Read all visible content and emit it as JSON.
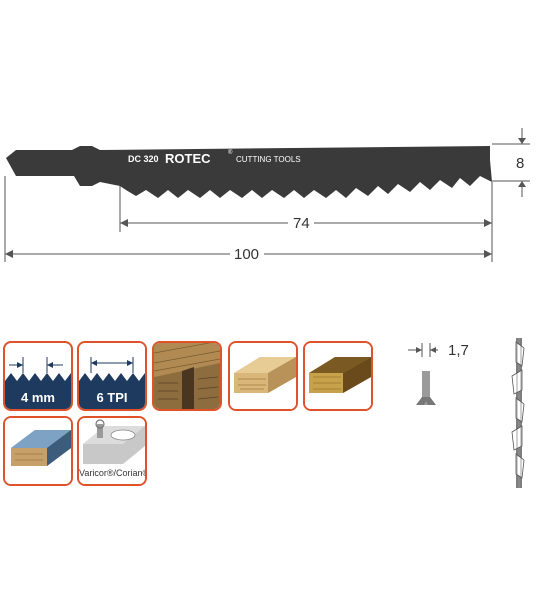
{
  "blade": {
    "model": "DC 320",
    "brand": "ROTEC",
    "brand_mark": "®",
    "subtitle": "CUTTING TOOLS"
  },
  "dimensions": {
    "height": "8",
    "cut_length": "74",
    "total_length": "100",
    "thickness": "1,7"
  },
  "icons": [
    {
      "name": "tooth-spacing",
      "label": "4 mm"
    },
    {
      "name": "teeth-per-inch",
      "label": "6 TPI"
    },
    {
      "name": "laminated-wood"
    },
    {
      "name": "softwood"
    },
    {
      "name": "hardwood"
    },
    {
      "name": "coated-board"
    },
    {
      "name": "solid-surface",
      "label": "Varicor®/Corian®"
    }
  ],
  "colors": {
    "accent": "#e0522a",
    "blade": "#3a3a3a",
    "navy": "#1e3a5f"
  }
}
